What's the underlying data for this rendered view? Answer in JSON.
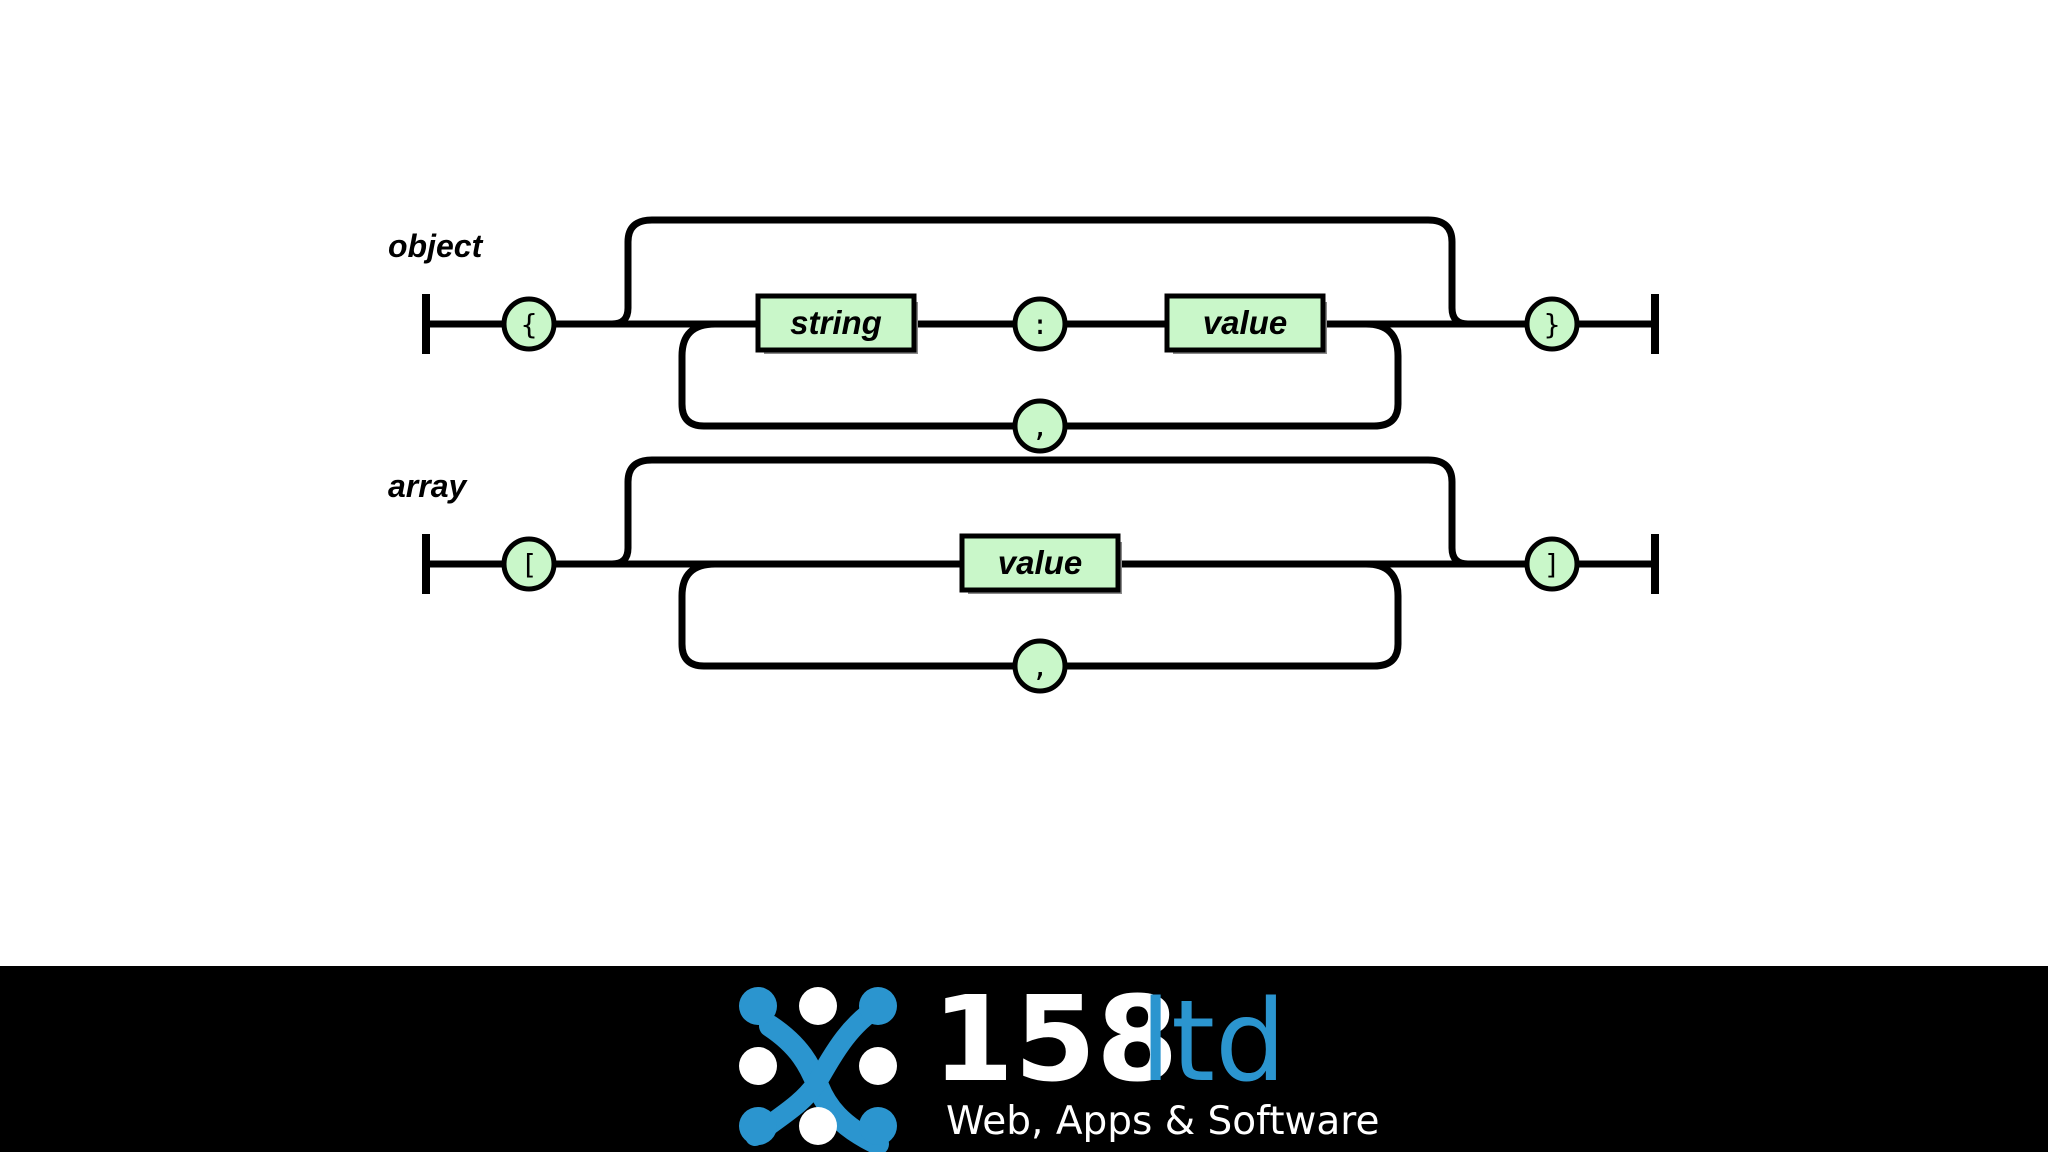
{
  "diagrams": {
    "object": {
      "title": "object",
      "open": "{",
      "key": "string",
      "colon": ":",
      "value": "value",
      "separator": ",",
      "close": "}"
    },
    "array": {
      "title": "array",
      "open": "[",
      "value": "value",
      "separator": ",",
      "close": "]"
    }
  },
  "footer": {
    "brand_number": "158",
    "brand_suffix": "ltd",
    "tagline": "Web, Apps & Software"
  },
  "colors": {
    "node_fill": "#c9f7c9",
    "footer_background": "#000000",
    "brand_accent": "#2b95cf",
    "brand_white": "#ffffff"
  },
  "icons": {
    "logo": "dots-network-logo-icon"
  }
}
